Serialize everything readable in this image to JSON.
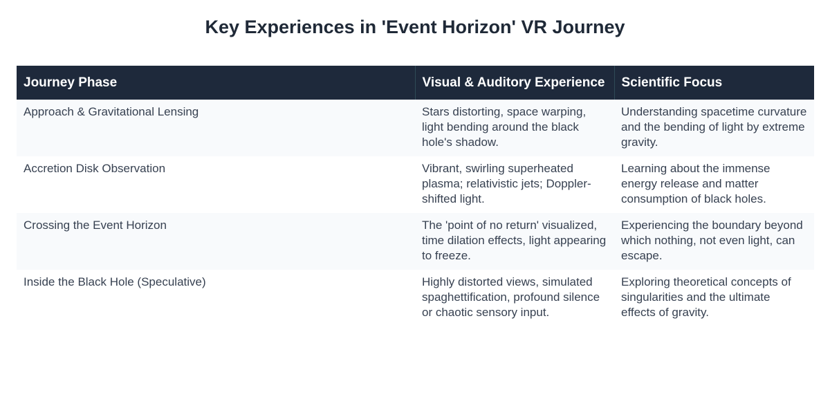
{
  "page": {
    "title": "Key Experiences in 'Event Horizon' VR Journey"
  },
  "table": {
    "headers": [
      "Journey Phase",
      "Visual & Auditory Experience",
      "Scientific Focus"
    ],
    "rows": [
      {
        "phase": "Approach & Gravitational Lensing",
        "experience": "Stars distorting, space warping, light bending around the black hole's shadow.",
        "focus": "Understanding spacetime curvature and the bending of light by extreme gravity."
      },
      {
        "phase": "Accretion Disk Observation",
        "experience": "Vibrant, swirling superheated plasma; relativistic jets; Doppler-shifted light.",
        "focus": "Learning about the immense energy release and matter consumption of black holes."
      },
      {
        "phase": "Crossing the Event Horizon",
        "experience": "The 'point of no return' visualized, time dilation effects, light appearing to freeze.",
        "focus": "Experiencing the boundary beyond which nothing, not even light, can escape."
      },
      {
        "phase": "Inside the Black Hole (Speculative)",
        "experience": "Highly distorted views, simulated spaghettification, profound silence or chaotic sensory input.",
        "focus": "Exploring theoretical concepts of singularities and the ultimate effects of gravity."
      }
    ]
  },
  "colors": {
    "header_bg": "#1e293b",
    "header_text": "#ffffff",
    "row_shade": "#f8fafc",
    "body_text": "#374151",
    "title_text": "#1f2937"
  }
}
